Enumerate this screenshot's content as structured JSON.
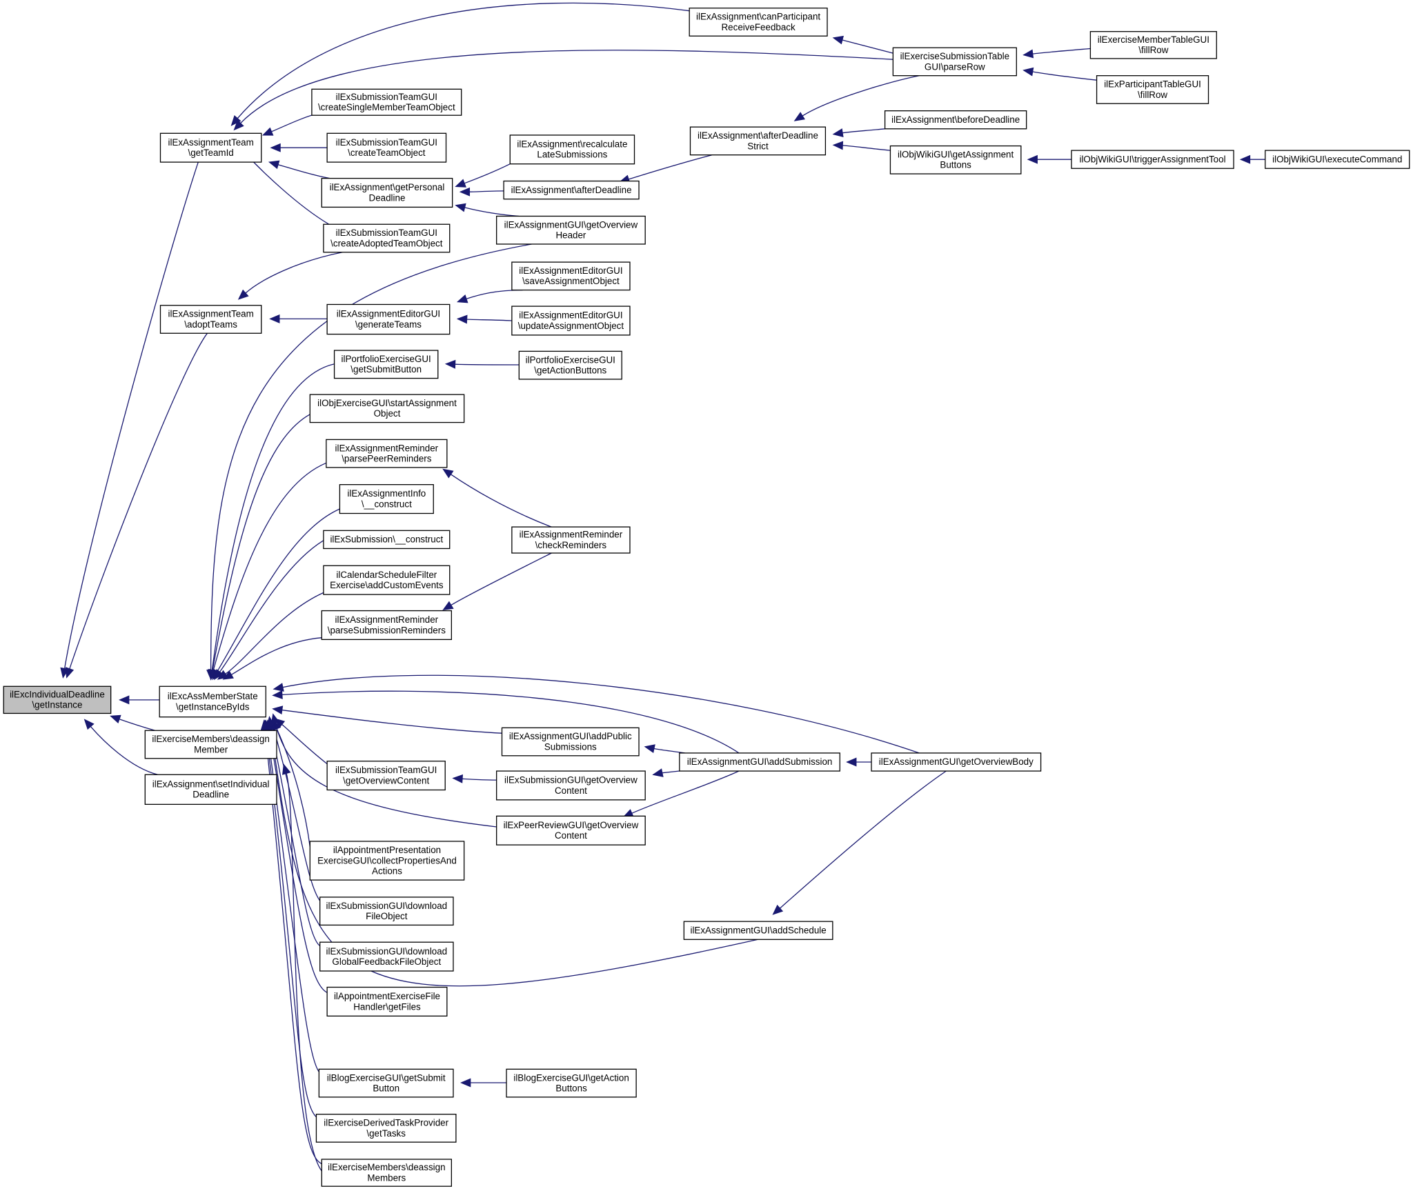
{
  "graph": {
    "nodes": [
      {
        "id": "root",
        "lines": [
          "ilExcIndividualDeadline",
          "\\getInstance"
        ],
        "root": true
      },
      {
        "id": "n1",
        "lines": [
          "ilExAssignmentTeam",
          "\\getTeamId"
        ]
      },
      {
        "id": "n2",
        "lines": [
          "ilExAssignmentTeam",
          "\\adoptTeams"
        ]
      },
      {
        "id": "n3",
        "lines": [
          "ilExcAssMemberState",
          "\\getInstanceByIds"
        ]
      },
      {
        "id": "n4",
        "lines": [
          "ilExerciseMembers\\deassign",
          "Member"
        ]
      },
      {
        "id": "n5",
        "lines": [
          "ilExAssignment\\setIndividual",
          "Deadline"
        ]
      },
      {
        "id": "n6",
        "lines": [
          "ilExSubmissionTeamGUI",
          "\\createSingleMemberTeamObject"
        ]
      },
      {
        "id": "n7",
        "lines": [
          "ilExSubmissionTeamGUI",
          "\\createTeamObject"
        ]
      },
      {
        "id": "n8",
        "lines": [
          "ilExAssignment\\getPersonal",
          "Deadline"
        ]
      },
      {
        "id": "n9",
        "lines": [
          "ilExSubmissionTeamGUI",
          "\\createAdoptedTeamObject"
        ]
      },
      {
        "id": "n10",
        "lines": [
          "ilExAssignmentEditorGUI",
          "\\generateTeams"
        ]
      },
      {
        "id": "n11",
        "lines": [
          "ilPortfolioExerciseGUI",
          "\\getSubmitButton"
        ]
      },
      {
        "id": "n12",
        "lines": [
          "ilObjExerciseGUI\\startAssignment",
          "Object"
        ]
      },
      {
        "id": "n13",
        "lines": [
          "ilExAssignmentReminder",
          "\\parsePeerReminders"
        ]
      },
      {
        "id": "n14",
        "lines": [
          "ilExAssignmentInfo",
          "\\__construct"
        ]
      },
      {
        "id": "n15",
        "lines": [
          "ilExSubmission\\__construct"
        ]
      },
      {
        "id": "n16",
        "lines": [
          "ilCalendarScheduleFilter",
          "Exercise\\addCustomEvents"
        ]
      },
      {
        "id": "n17",
        "lines": [
          "ilExAssignmentReminder",
          "\\parseSubmissionReminders"
        ]
      },
      {
        "id": "n18",
        "lines": [
          "ilExSubmissionTeamGUI",
          "\\getOverviewContent"
        ]
      },
      {
        "id": "n19",
        "lines": [
          "ilAppointmentPresentation",
          "ExerciseGUI\\collectPropertiesAnd",
          "Actions"
        ]
      },
      {
        "id": "n20",
        "lines": [
          "ilExSubmissionGUI\\download",
          "FileObject"
        ]
      },
      {
        "id": "n21",
        "lines": [
          "ilExSubmissionGUI\\download",
          "GlobalFeedbackFileObject"
        ]
      },
      {
        "id": "n22",
        "lines": [
          "ilAppointmentExerciseFile",
          "Handler\\getFiles"
        ]
      },
      {
        "id": "n23",
        "lines": [
          "ilBlogExerciseGUI\\getSubmit",
          "Button"
        ]
      },
      {
        "id": "n24",
        "lines": [
          "ilExerciseDerivedTaskProvider",
          "\\getTasks"
        ]
      },
      {
        "id": "n25",
        "lines": [
          "ilExerciseMembers\\deassign",
          "Members"
        ]
      },
      {
        "id": "n26",
        "lines": [
          "ilExAssignment\\canParticipant",
          "ReceiveFeedback"
        ]
      },
      {
        "id": "n27",
        "lines": [
          "ilExAssignment\\recalculate",
          "LateSubmissions"
        ]
      },
      {
        "id": "n28",
        "lines": [
          "ilExAssignment\\afterDeadline"
        ]
      },
      {
        "id": "n29",
        "lines": [
          "ilExAssignmentGUI\\getOverview",
          "Header"
        ]
      },
      {
        "id": "n30",
        "lines": [
          "ilExAssignmentEditorGUI",
          "\\saveAssignmentObject"
        ]
      },
      {
        "id": "n31",
        "lines": [
          "ilExAssignmentEditorGUI",
          "\\updateAssignmentObject"
        ]
      },
      {
        "id": "n32",
        "lines": [
          "ilPortfolioExerciseGUI",
          "\\getActionButtons"
        ]
      },
      {
        "id": "n33",
        "lines": [
          "ilExAssignmentReminder",
          "\\checkReminders"
        ]
      },
      {
        "id": "n34",
        "lines": [
          "ilExAssignmentGUI\\addPublic",
          "Submissions"
        ]
      },
      {
        "id": "n35",
        "lines": [
          "ilExSubmissionGUI\\getOverview",
          "Content"
        ]
      },
      {
        "id": "n36",
        "lines": [
          "ilExPeerReviewGUI\\getOverview",
          "Content"
        ]
      },
      {
        "id": "n37",
        "lines": [
          "ilBlogExerciseGUI\\getAction",
          "Buttons"
        ]
      },
      {
        "id": "n38",
        "lines": [
          "ilExerciseSubmissionTable",
          "GUI\\parseRow"
        ]
      },
      {
        "id": "n39",
        "lines": [
          "ilExAssignment\\afterDeadline",
          "Strict"
        ]
      },
      {
        "id": "n40",
        "lines": [
          "ilExAssignmentGUI\\addSubmission"
        ]
      },
      {
        "id": "n41",
        "lines": [
          "ilExAssignmentGUI\\addSchedule"
        ]
      },
      {
        "id": "n42",
        "lines": [
          "ilExerciseMemberTableGUI",
          "\\fillRow"
        ]
      },
      {
        "id": "n43",
        "lines": [
          "ilExParticipantTableGUI",
          "\\fillRow"
        ]
      },
      {
        "id": "n44",
        "lines": [
          "ilExAssignment\\beforeDeadline"
        ]
      },
      {
        "id": "n45",
        "lines": [
          "ilObjWikiGUI\\getAssignment",
          "Buttons"
        ]
      },
      {
        "id": "n46",
        "lines": [
          "ilExAssignmentGUI\\getOverviewBody"
        ]
      },
      {
        "id": "n47",
        "lines": [
          "ilObjWikiGUI\\triggerAssignmentTool"
        ]
      },
      {
        "id": "n48",
        "lines": [
          "ilObjWikiGUI\\executeCommand"
        ]
      }
    ],
    "edges": [
      [
        "n1",
        "root"
      ],
      [
        "n2",
        "root"
      ],
      [
        "n3",
        "root"
      ],
      [
        "n4",
        "root"
      ],
      [
        "n5",
        "root"
      ],
      [
        "n26",
        "n1"
      ],
      [
        "n38",
        "n1"
      ],
      [
        "n6",
        "n1"
      ],
      [
        "n7",
        "n1"
      ],
      [
        "n8",
        "n1"
      ],
      [
        "n9",
        "n1"
      ],
      [
        "n9",
        "n2"
      ],
      [
        "n10",
        "n2"
      ],
      [
        "n29",
        "n3"
      ],
      [
        "n11",
        "n3"
      ],
      [
        "n12",
        "n3"
      ],
      [
        "n13",
        "n3"
      ],
      [
        "n14",
        "n3"
      ],
      [
        "n15",
        "n3"
      ],
      [
        "n16",
        "n3"
      ],
      [
        "n17",
        "n3"
      ],
      [
        "n18",
        "n3"
      ],
      [
        "n19",
        "n3"
      ],
      [
        "n20",
        "n3"
      ],
      [
        "n21",
        "n3"
      ],
      [
        "n22",
        "n3"
      ],
      [
        "n23",
        "n3"
      ],
      [
        "n24",
        "n3"
      ],
      [
        "n25",
        "n3"
      ],
      [
        "n34",
        "n3"
      ],
      [
        "n36",
        "n3"
      ],
      [
        "n40",
        "n3"
      ],
      [
        "n41",
        "n3"
      ],
      [
        "n46",
        "n3"
      ],
      [
        "n25",
        "n4"
      ],
      [
        "n27",
        "n8"
      ],
      [
        "n28",
        "n8"
      ],
      [
        "n29",
        "n8"
      ],
      [
        "n30",
        "n10"
      ],
      [
        "n31",
        "n10"
      ],
      [
        "n32",
        "n11"
      ],
      [
        "n33",
        "n13"
      ],
      [
        "n33",
        "n17"
      ],
      [
        "n35",
        "n18"
      ],
      [
        "n37",
        "n23"
      ],
      [
        "n38",
        "n26"
      ],
      [
        "n39",
        "n28"
      ],
      [
        "n40",
        "n34"
      ],
      [
        "n40",
        "n35"
      ],
      [
        "n40",
        "n36"
      ],
      [
        "n42",
        "n38"
      ],
      [
        "n43",
        "n38"
      ],
      [
        "n38",
        "n39"
      ],
      [
        "n44",
        "n39"
      ],
      [
        "n45",
        "n39"
      ],
      [
        "n46",
        "n40"
      ],
      [
        "n46",
        "n41"
      ],
      [
        "n47",
        "n45"
      ],
      [
        "n48",
        "n47"
      ]
    ]
  }
}
